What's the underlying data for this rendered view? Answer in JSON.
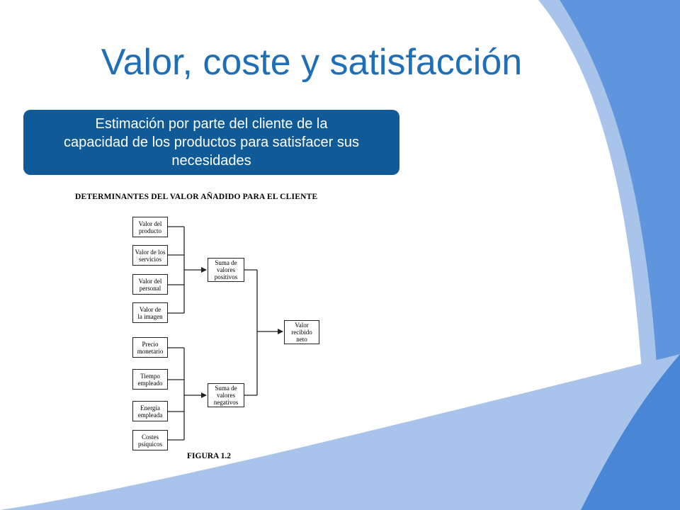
{
  "slide": {
    "title": "Valor, coste y satisfacción",
    "callout_lines": [
      "Estimación por parte del cliente de la",
      "capacidad de los productos para satisfacer sus",
      "necesidades"
    ]
  },
  "figure": {
    "heading": "DETERMINANTES DEL VALOR AÑADIDO PARA EL CLIENTE",
    "caption": "FIGURA 1.2",
    "positive_inputs": [
      [
        "Valor del",
        "producto"
      ],
      [
        "Valor de los",
        "servicios"
      ],
      [
        "Valor del",
        "personal"
      ],
      [
        "Valor de",
        "la imagen"
      ]
    ],
    "negative_inputs": [
      [
        "Precio",
        "monetario"
      ],
      [
        "Tiempo",
        "empleado"
      ],
      [
        "Energía",
        "empleada"
      ],
      [
        "Costes",
        "psíquicos"
      ]
    ],
    "positive_sum": [
      "Suma de",
      "valores",
      "positivos"
    ],
    "negative_sum": [
      "Suma de",
      "valores",
      "negativos"
    ],
    "result": [
      "Valor",
      "recibido",
      "neto"
    ]
  },
  "colors": {
    "title": "#1f6fb8",
    "callout_bg": "#0f5a97",
    "swoosh_light": "#a9c4ea",
    "swoosh_mid": "#7fa8e0",
    "swoosh_dark": "#4a86d6"
  }
}
